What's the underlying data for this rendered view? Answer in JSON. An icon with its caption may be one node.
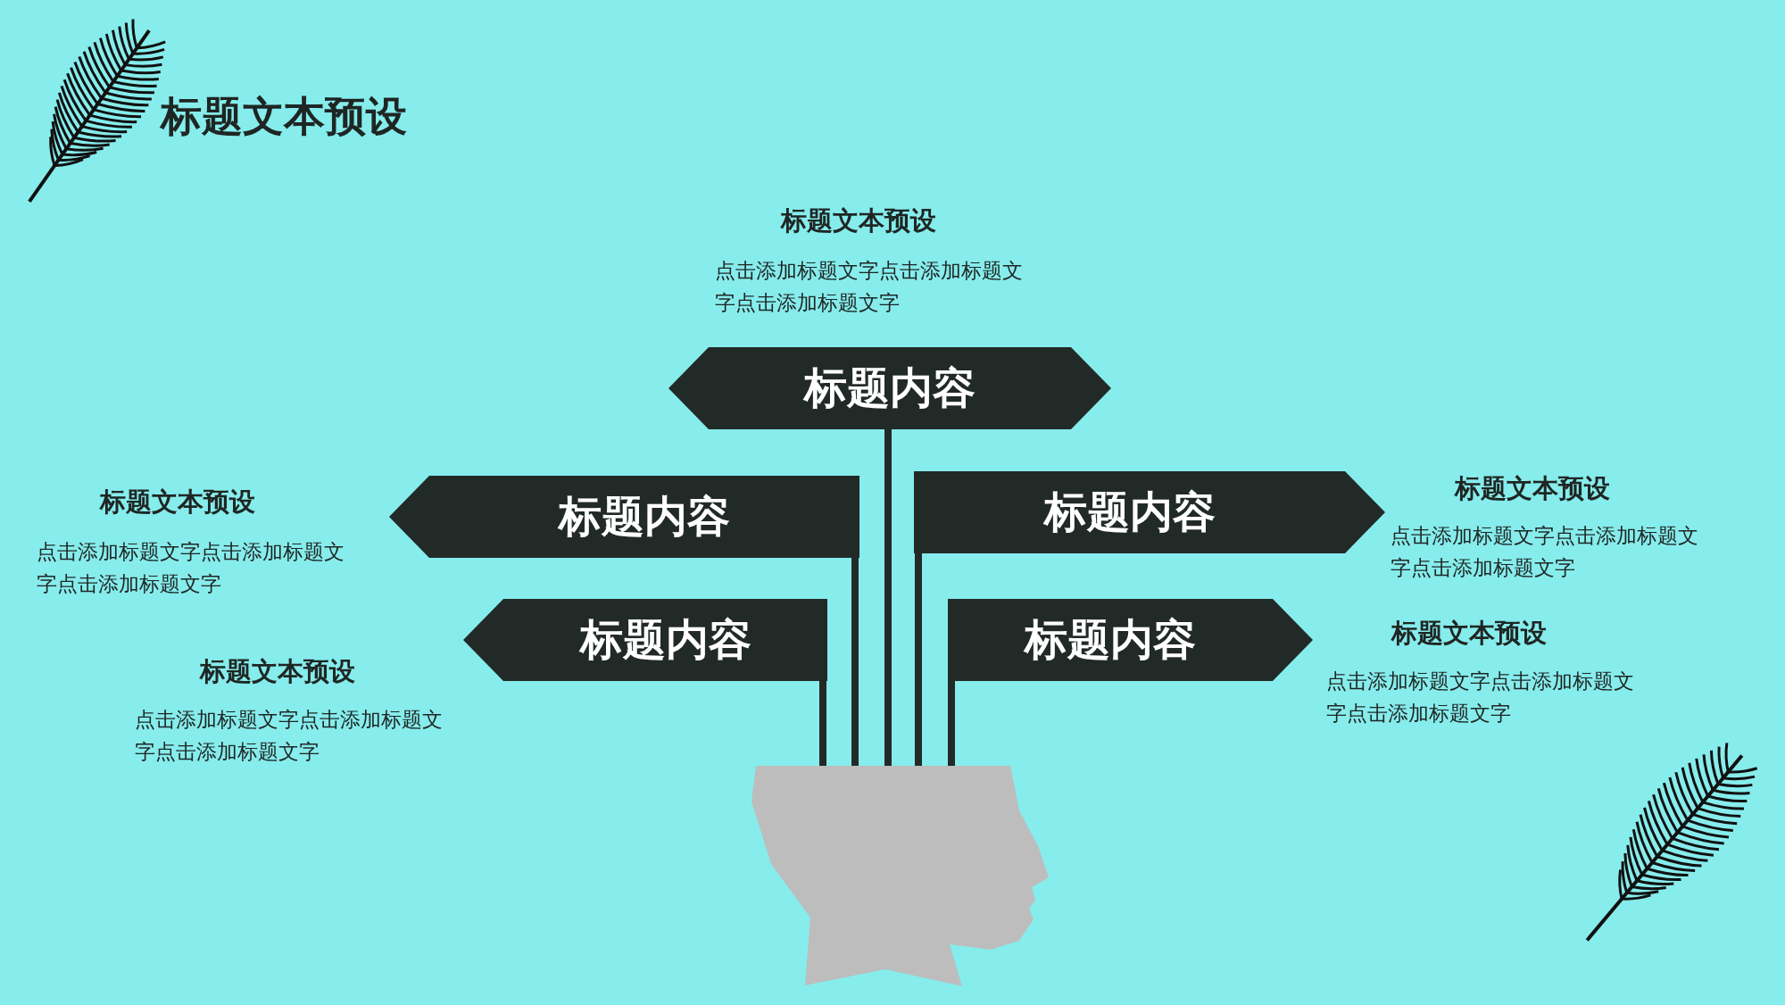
{
  "diagram": {
    "title": "标题文本预设",
    "nodes": [
      {
        "text": [
          "标题内容"
        ]
      },
      {
        "text": [
          "标题内容"
        ]
      },
      {
        "text": [
          "标题内容"
        ]
      },
      {
        "text": [
          "标题内容"
        ]
      },
      {
        "text": [
          "标题内容"
        ]
      },
      {
        "text": [],
        "shape": "person"
      }
    ],
    "edges": [
      {
        "from": 0,
        "to": 5,
        "arrow": "none"
      },
      {
        "from": 1,
        "to": 5,
        "arrow": "none"
      },
      {
        "from": 2,
        "to": 5,
        "arrow": "none"
      },
      {
        "from": 3,
        "to": 5,
        "arrow": "none"
      },
      {
        "from": 4,
        "to": 5,
        "arrow": "none"
      }
    ],
    "labels": [
      "标题文本预设",
      "点击添加标题文字点击添加标题文字点击添加标题文字",
      "标题文本预设",
      "点击添加标题文字点击添加标题文字点击添加标题文字",
      "标题文本预设",
      "点击添加标题文字点击添加标题文字点击添加标题文字",
      "标题文本预设",
      "点击添加标题文字点击添加标题文字点击添加标题文字",
      "标题文本预设",
      "点击添加标题文字点击添加标题文字点击添加标题文字"
    ]
  }
}
